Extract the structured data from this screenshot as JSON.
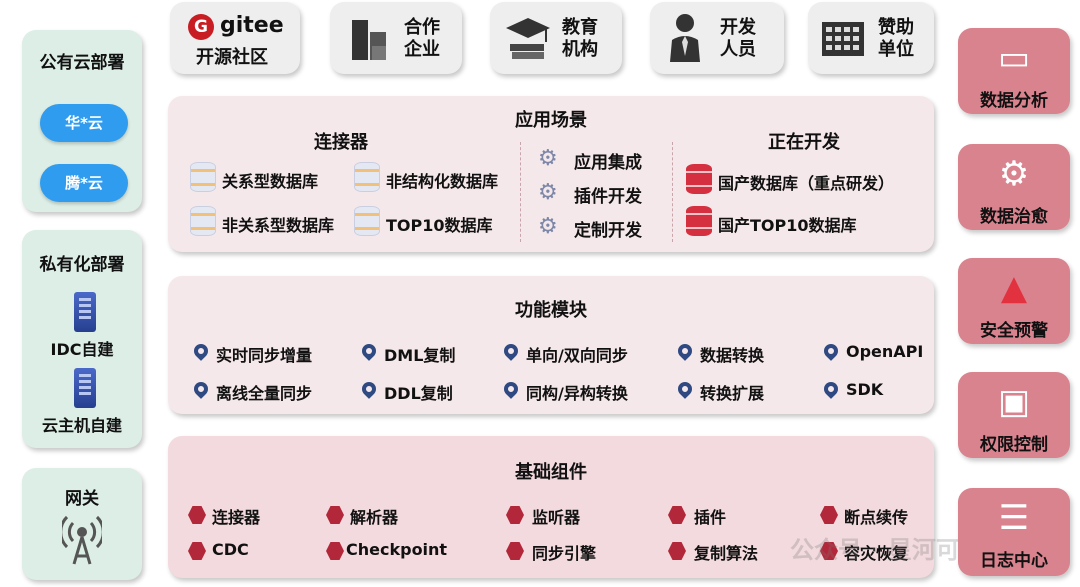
{
  "top_bar": [
    {
      "label_line1": "gitee",
      "label_line2": "开源社区"
    },
    {
      "label_line1": "合作",
      "label_line2": "企业"
    },
    {
      "label_line1": "教育",
      "label_line2": "机构"
    },
    {
      "label_line1": "开发",
      "label_line2": "人员"
    },
    {
      "label_line1": "赞助",
      "label_line2": "单位"
    }
  ],
  "left": {
    "public_cloud": {
      "title": "公有云部署",
      "clouds": [
        "华*云",
        "腾*云"
      ]
    },
    "private": {
      "title": "私有化部署",
      "items": [
        "IDC自建",
        "云主机自建"
      ]
    },
    "gateway": {
      "title": "网关"
    }
  },
  "scenarios": {
    "title": "应用场景",
    "connectors": {
      "title": "连接器",
      "items": [
        "关系型数据库",
        "非结构化数据库",
        "非关系型数据库",
        "TOP10数据库"
      ]
    },
    "integration": [
      "应用集成",
      "插件开发",
      "定制开发"
    ],
    "in_development": {
      "title": "正在开发",
      "items": [
        "国产数据库（重点研发）",
        "国产TOP10数据库"
      ]
    }
  },
  "features": {
    "title": "功能模块",
    "items": [
      "实时同步增量",
      "DML复制",
      "单向/双向同步",
      "数据转换",
      "OpenAPI",
      "离线全量同步",
      "DDL复制",
      "同构/异构转换",
      "转换扩展",
      "SDK"
    ]
  },
  "components": {
    "title": "基础组件",
    "items": [
      "连接器",
      "解析器",
      "监听器",
      "插件",
      "断点续传",
      "CDC",
      "Checkpoint",
      "同步引擎",
      "复制算法",
      "容灾恢复"
    ]
  },
  "right": [
    "数据分析",
    "数据治愈",
    "安全预警",
    "权限控制",
    "日志中心"
  ],
  "watermark": "公众号 · 星河可期"
}
